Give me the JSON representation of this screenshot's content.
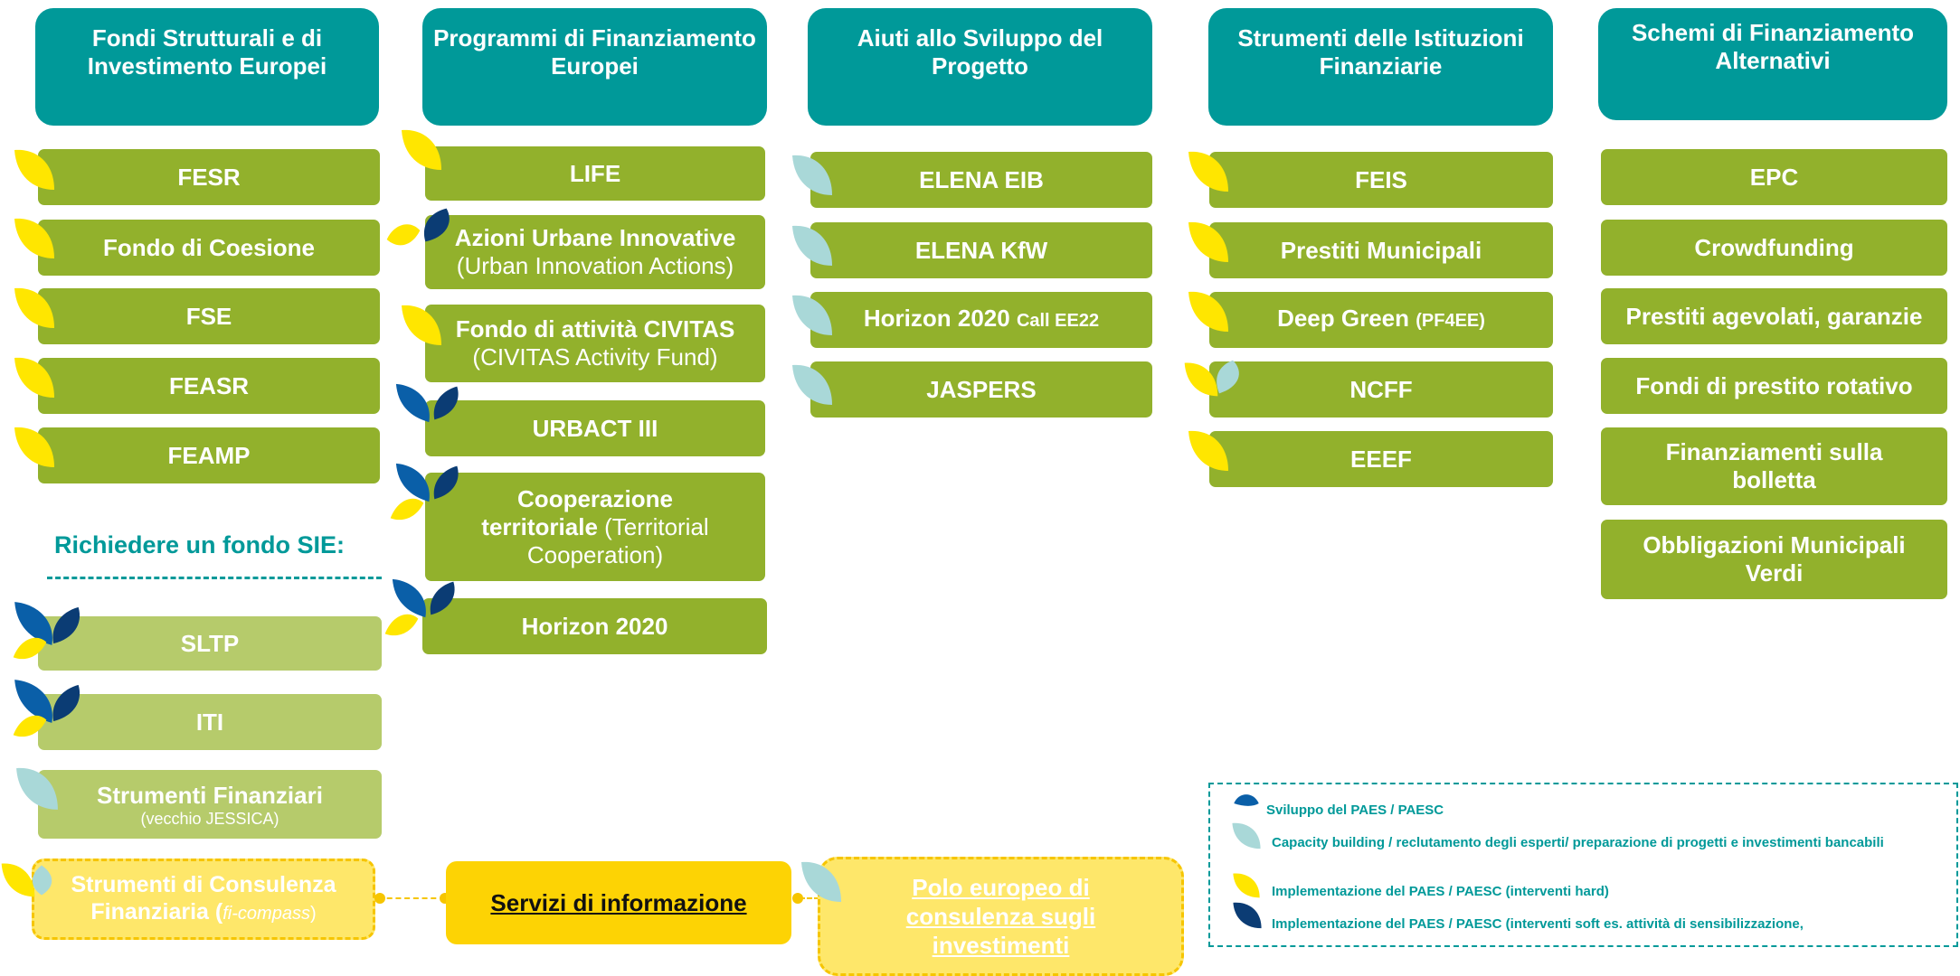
{
  "columns": [
    {
      "title": "Fondi Strutturali e di Investimento Europei"
    },
    {
      "title": "Programmi di Finanziamento Europei"
    },
    {
      "title": "Aiuti allo Sviluppo del Progetto"
    },
    {
      "title": "Strumenti delle Istituzioni Finanziarie"
    },
    {
      "title": "Schemi di Finanziamento Alternativi"
    }
  ],
  "col1": {
    "items": [
      "FESR",
      "Fondo di Coesione",
      "FSE",
      "FEASR",
      "FEAMP"
    ],
    "richiedere": "Richiedere un fondo SIE:",
    "sltp": "SLTP",
    "iti": "ITI",
    "strumenti_finanziari": {
      "main": "Strumenti Finanziari",
      "sub": "(vecchio JESSICA)"
    }
  },
  "col2": {
    "life": "LIFE",
    "uia": {
      "main": "Azioni Urbane Innovative",
      "sub": "(Urban Innovation Actions)"
    },
    "civitas": {
      "main": "Fondo di attività CIVITAS",
      "sub": "(CIVITAS Activity Fund)"
    },
    "urbact": "URBACT III",
    "coop": {
      "part1": "Cooperazione",
      "part2": "territoriale",
      "part3": " (Territorial",
      "part4": "Cooperation)"
    },
    "horizon": "Horizon 2020"
  },
  "col3": {
    "elena_eib": "ELENA EIB",
    "elena_kfw": "ELENA KfW",
    "horizon": {
      "main": "Horizon 2020 ",
      "sub": "Call EE22"
    },
    "jaspers": "JASPERS"
  },
  "col4": {
    "feis": "FEIS",
    "prestiti": "Prestiti Municipali",
    "deep_green": {
      "main": "Deep Green ",
      "sub": "(PF4EE)"
    },
    "ncff": "NCFF",
    "eeef": "EEEF"
  },
  "col5": {
    "items": [
      "EPC",
      "Crowdfunding",
      "Prestiti agevolati, garanzie",
      "Fondi di prestito rotativo",
      "Finanziamenti sulla bolletta",
      "Obbligazioni Municipali Verdi"
    ]
  },
  "bottom": {
    "consulenza": {
      "main": "Strumenti di Consulenza",
      "main2": "Finanziaria (",
      "italic": "fi-compass",
      "close": ")"
    },
    "servizi": "Servizi di informazione",
    "polo": "Polo europeo di consulenza sugli investimenti"
  },
  "legend": {
    "items": [
      {
        "text": "Sviluppo del PAES / PAESC",
        "leaf": "blue-leaf"
      },
      {
        "text": "Capacity building / reclutamento degli esperti/ preparazione di progetti e investimenti bancabili",
        "leaf": "lightblue-leaf"
      },
      {
        "text": "Implementazione del PAES / PAESC (interventi hard)",
        "leaf": "yellow-leaf"
      },
      {
        "text": "Implementazione del PAES / PAESC (interventi soft es. attività di sensibilizzazione,",
        "leaf": "navy-leaf"
      }
    ]
  },
  "colors": {
    "header": "#009999",
    "box": "#92b12c",
    "box_light": "#b6cb6b",
    "leaf_yellow": "#ffe600",
    "leaf_blue": "#0a5fa8",
    "leaf_navy": "#0b3c74",
    "leaf_lightblue": "#a9d8d8",
    "yellow_box": "#fee76a",
    "yellow_dark": "#fdd304"
  }
}
